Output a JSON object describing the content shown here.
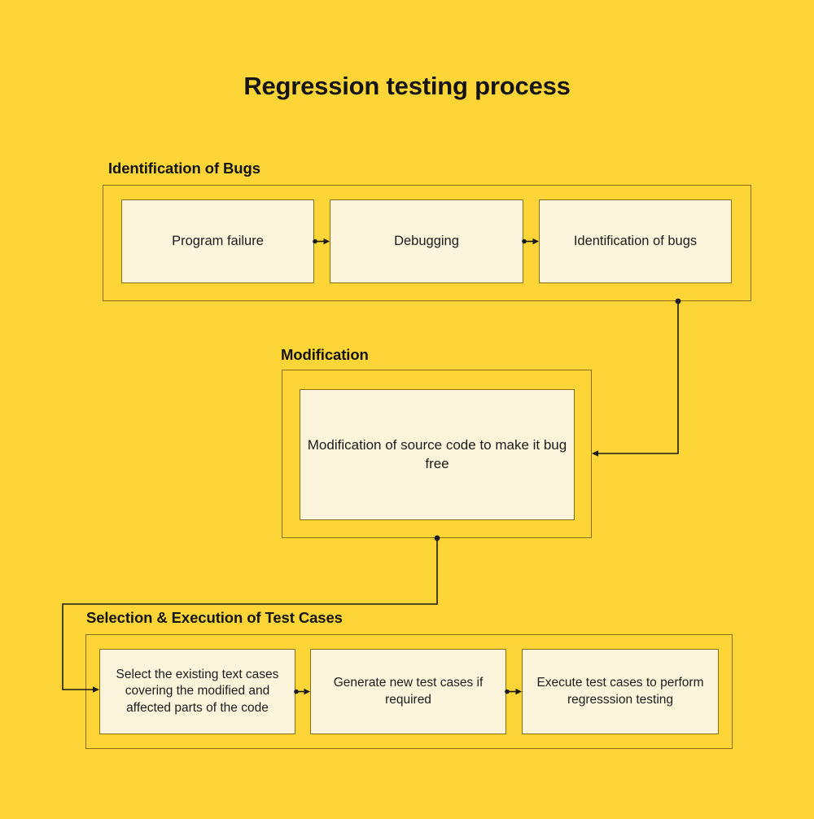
{
  "title": "Regression testing process",
  "colors": {
    "background": "#FDD536",
    "node_fill": "#FCF4DB",
    "border": "#8A6D10",
    "connector": "#1B1B1B",
    "text": "#141414"
  },
  "groups": [
    {
      "id": "identification-of-bugs",
      "label": "Identification of Bugs",
      "nodes": [
        {
          "id": "program-failure",
          "text": "Program failure"
        },
        {
          "id": "debugging",
          "text": "Debugging"
        },
        {
          "id": "identification-of-bugs-node",
          "text": "Identification of bugs"
        }
      ]
    },
    {
      "id": "modification",
      "label": "Modification",
      "nodes": [
        {
          "id": "modification-of-source-code",
          "text": "Modification of source code to make it bug free"
        }
      ]
    },
    {
      "id": "selection-execution-of-test-cases",
      "label": "Selection & Execution of Test Cases",
      "nodes": [
        {
          "id": "select-existing-test-cases",
          "text": "Select the existing text cases covering the modified and affected parts of the code"
        },
        {
          "id": "generate-new-test-cases",
          "text": "Generate new test cases if required"
        },
        {
          "id": "execute-test-cases",
          "text": "Execute test cases to perform regresssion testing"
        }
      ]
    }
  ],
  "connectors": [
    {
      "id": "program-failure-to-debugging",
      "kind": "arrow-right"
    },
    {
      "id": "debugging-to-identification",
      "kind": "arrow-right"
    },
    {
      "id": "identification-group-to-modification-group",
      "kind": "elbow-arrow-left"
    },
    {
      "id": "modification-group-to-selection-group",
      "kind": "elbow-arrow-right"
    },
    {
      "id": "select-to-generate",
      "kind": "arrow-right"
    },
    {
      "id": "generate-to-execute",
      "kind": "arrow-right"
    }
  ],
  "chart_data": {
    "type": "diagram",
    "title": "Regression testing process",
    "stages": [
      {
        "stage": "Identification of Bugs",
        "steps": [
          "Program failure",
          "Debugging",
          "Identification of bugs"
        ]
      },
      {
        "stage": "Modification",
        "steps": [
          "Modification of source code to make it bug free"
        ]
      },
      {
        "stage": "Selection & Execution of Test Cases",
        "steps": [
          "Select the existing text cases covering the modified and affected parts of the code",
          "Generate new test cases if required",
          "Execute test cases to perform regresssion testing"
        ]
      }
    ],
    "flow": [
      "Program failure -> Debugging",
      "Debugging -> Identification of bugs",
      "Identification of Bugs -> Modification",
      "Modification -> Selection & Execution of Test Cases",
      "Select the existing text cases -> Generate new test cases if required",
      "Generate new test cases if required -> Execute test cases to perform regresssion testing"
    ]
  }
}
